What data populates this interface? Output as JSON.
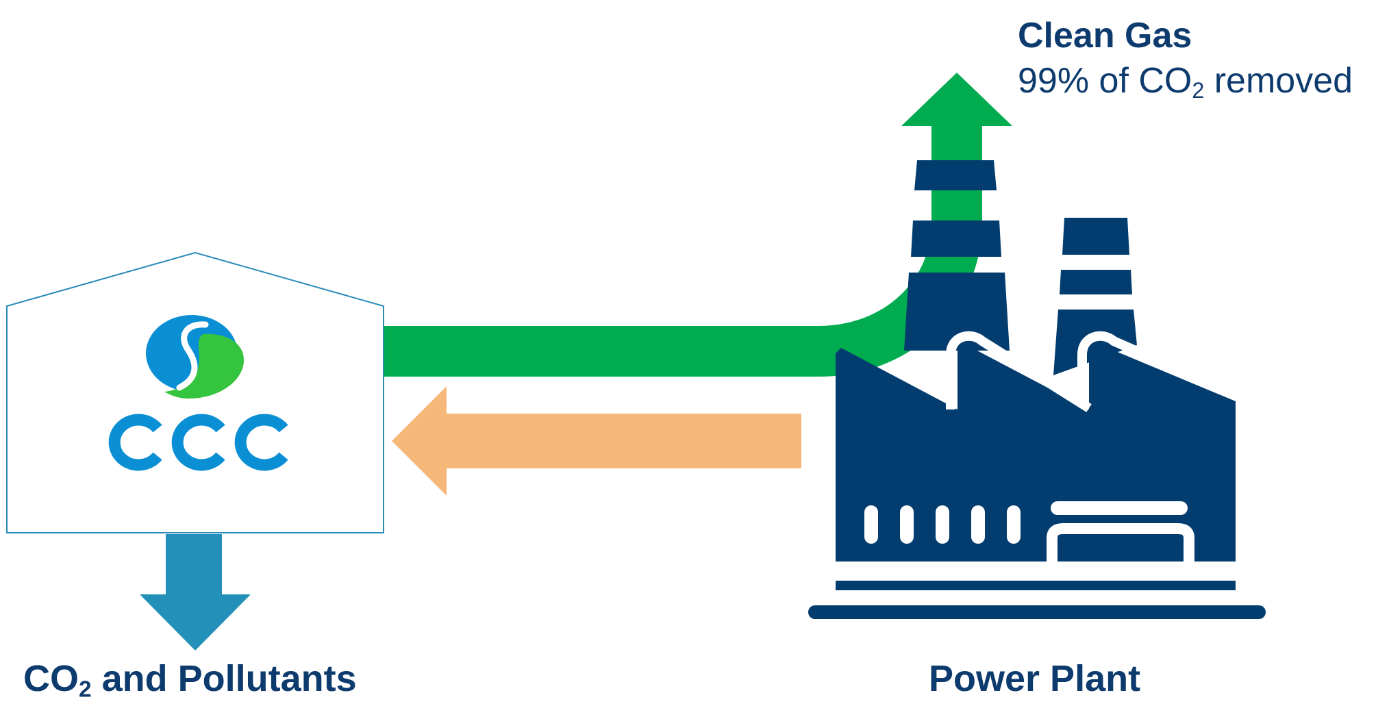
{
  "clean_gas": {
    "title": "Clean Gas",
    "subtitle_prefix": "99% of CO",
    "subtitle_sub": "2",
    "subtitle_suffix": " removed"
  },
  "output": {
    "prefix": "CO",
    "sub": "2",
    "suffix": " and Pollutants"
  },
  "plant": {
    "label": "Power Plant"
  },
  "logo": {
    "text": "CCC"
  },
  "colors": {
    "navy": "#033c6e",
    "green_flow": "#00ac4f",
    "orange_flow": "#f5b878",
    "blue_flow": "#2290b8",
    "logo_blue": "#0a8fd4",
    "logo_green": "#35c43e"
  }
}
